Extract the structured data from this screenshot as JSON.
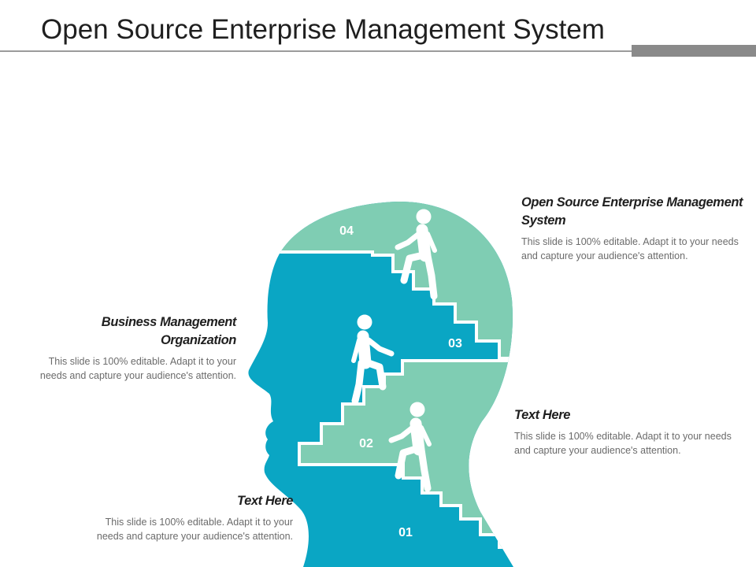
{
  "title": "Open Source Enterprise Management System",
  "steps": [
    {
      "number": "01"
    },
    {
      "number": "02"
    },
    {
      "number": "03"
    },
    {
      "number": "04"
    }
  ],
  "callouts": {
    "top_right": {
      "heading": "Open Source Enterprise Management System",
      "body": "This slide is 100% editable. Adapt it to your needs and capture your audience's attention."
    },
    "left": {
      "heading": "Business Management Organization",
      "body": "This slide is 100% editable. Adapt it to your needs and capture your audience's attention."
    },
    "right": {
      "heading": "Text Here",
      "body": "This slide is 100% editable. Adapt it to your needs and capture your audience's attention."
    },
    "bottom_left": {
      "heading": "Text Here",
      "body": "This slide is 100% editable. Adapt it to your needs and capture your audience's attention."
    }
  },
  "colors": {
    "teal": "#0aa6c4",
    "mint": "#7fcdb3"
  },
  "icons": [
    "person-climbing-icon"
  ]
}
